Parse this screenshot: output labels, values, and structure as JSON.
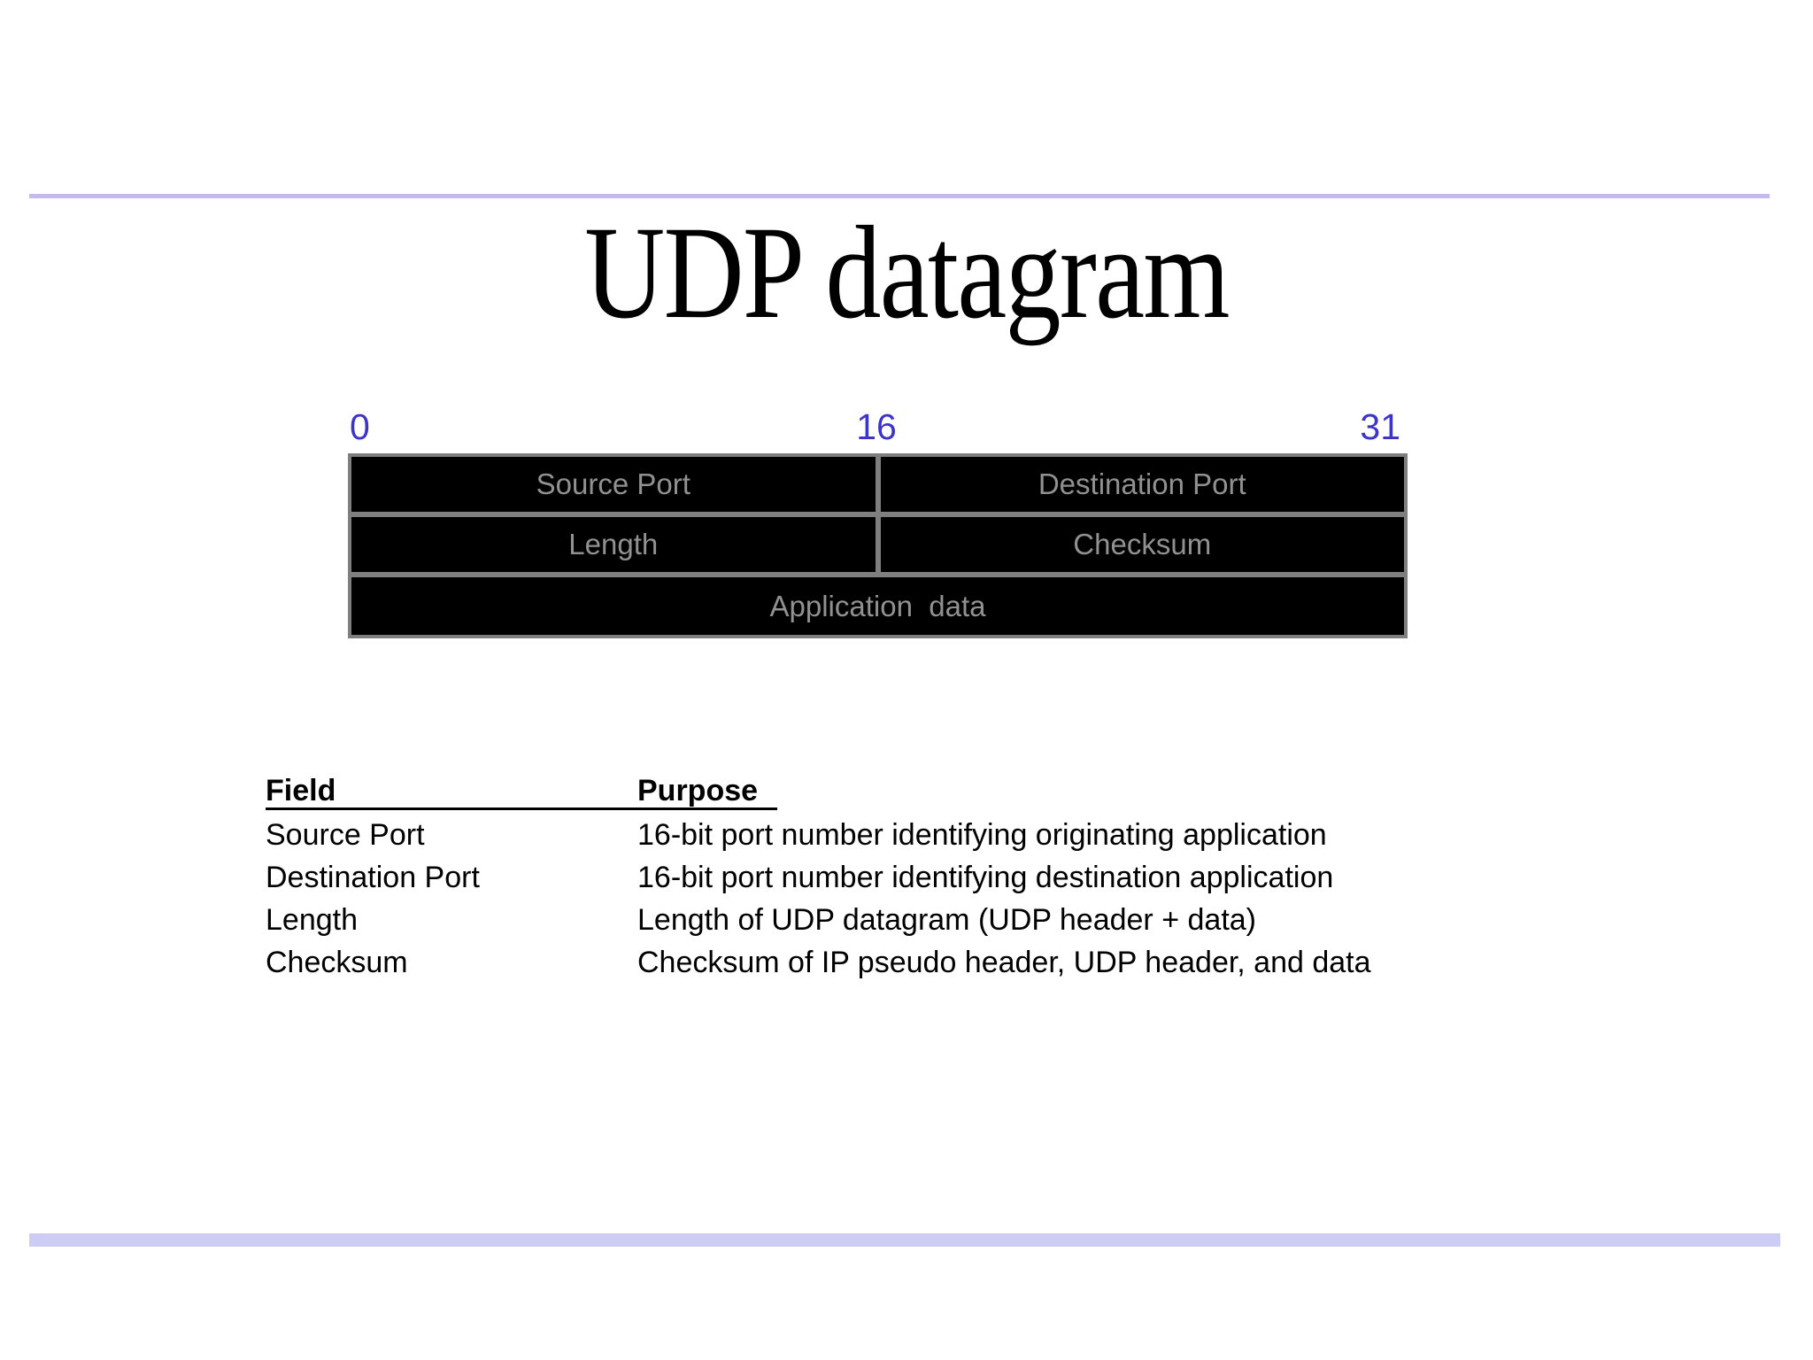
{
  "slide": {
    "title": "UDP datagram",
    "colors": {
      "background": "#ffffff",
      "text": "#000000",
      "top_rule": "#c5b9ee",
      "bottom_bar": "#ccccf4",
      "bit_label": "#3d35c9",
      "diagram_border": "#7f7f7f",
      "diagram_cell_bg": "#000000",
      "diagram_cell_text": "#919191"
    }
  },
  "diagram": {
    "bit_labels": [
      "0",
      "16",
      "31"
    ],
    "rows": [
      {
        "cells": [
          "Source Port",
          "Destination Port"
        ]
      },
      {
        "cells": [
          "Length",
          "Checksum"
        ]
      },
      {
        "cells": [
          "Application  data"
        ]
      }
    ]
  },
  "field_table": {
    "headers": [
      "Field",
      "Purpose"
    ],
    "rows": [
      {
        "field": "Source Port",
        "purpose": "16-bit port number identifying originating application"
      },
      {
        "field": "Destination Port",
        "purpose": "16-bit port number identifying destination application"
      },
      {
        "field": "Length",
        "purpose": "Length of UDP datagram (UDP header + data)"
      },
      {
        "field": "Checksum",
        "purpose": "Checksum of IP pseudo header, UDP header, and data"
      }
    ]
  }
}
